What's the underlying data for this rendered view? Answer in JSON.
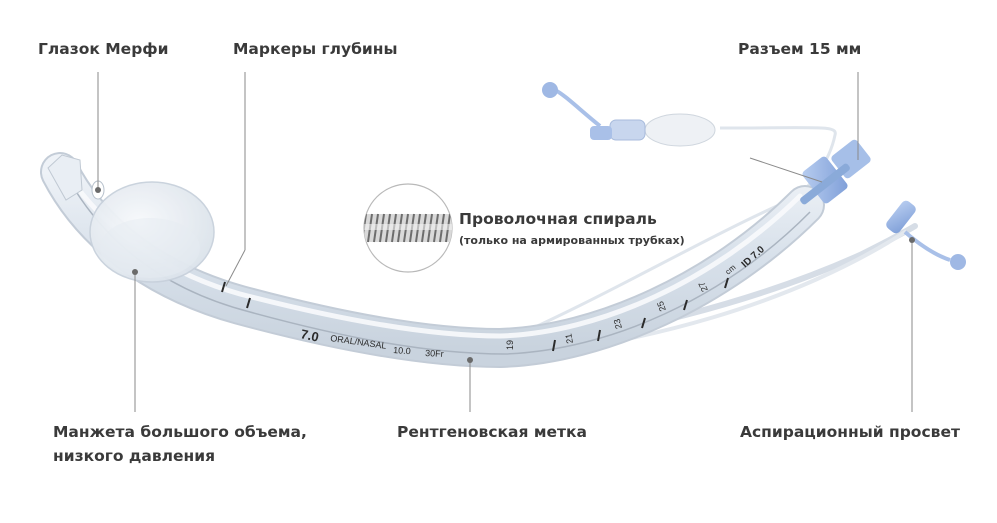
{
  "labels": {
    "murphy_eye": "Глазок Мерфи",
    "depth_markers": "Маркеры глубины",
    "connector": "Разъем 15 мм",
    "wire_spiral": "Проволочная спираль",
    "wire_spiral_note": "(только на армированных трубках)",
    "cuff_line1": "Манжета большого объема,",
    "cuff_line2": "низкого давления",
    "xray_marker": "Рентгеновская метка",
    "suction_lumen": "Аспирационный просвет"
  },
  "tube_markings": {
    "size": "7.0",
    "type": "ORAL/NASAL",
    "od": "10.0",
    "fr": "30Fr",
    "depth_numbers": [
      "19",
      "21",
      "23",
      "25",
      "27"
    ],
    "cm": "cm",
    "id_label": "ID 7.0"
  },
  "colors": {
    "text": "#3a3a3a",
    "leader": "#8a8a8a",
    "connector_blue": "#8fb0e0",
    "tube": "#dfe7f0"
  }
}
